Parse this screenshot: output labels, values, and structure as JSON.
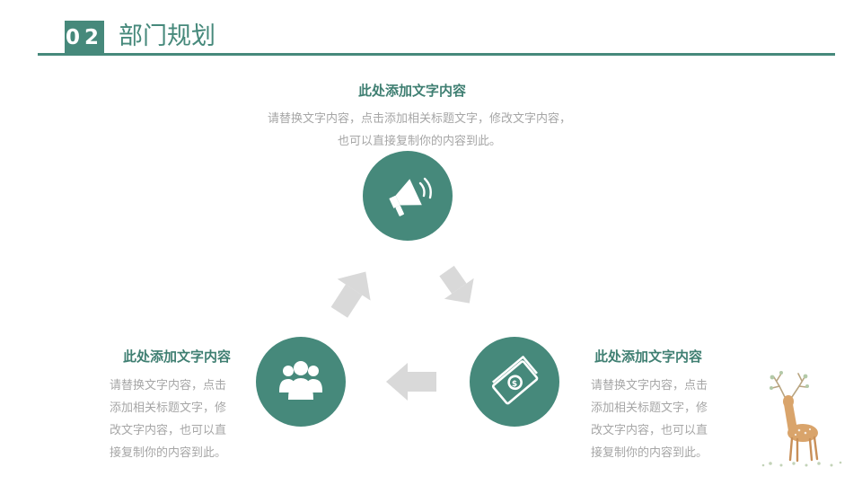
{
  "header": {
    "number": "02",
    "title": "部门规划"
  },
  "blocks": {
    "top": {
      "heading": "此处添加文字内容",
      "lines": [
        "请替换文字内容，点击添加相关标题文字，修改文字内容，",
        "也可以直接复制你的内容到此。"
      ]
    },
    "left": {
      "heading": "此处添加文字内容",
      "lines": [
        "请替换文字内容，点击",
        "添加相关标题文字，修",
        "改文字内容，也可以直",
        "接复制你的内容到此。"
      ]
    },
    "right": {
      "heading": "此处添加文字内容",
      "lines": [
        "请替换文字内容，点击",
        "添加相关标题文字，修",
        "改文字内容，也可以直",
        "接复制你的内容到此。"
      ]
    }
  },
  "icons": {
    "top": "megaphone-icon",
    "left": "people-icon",
    "right": "money-icon",
    "decoration": "deer-illustration"
  },
  "colors": {
    "accent": "#46897b",
    "arrow": "#d9d9d9",
    "body_text": "#a6a6a6"
  }
}
